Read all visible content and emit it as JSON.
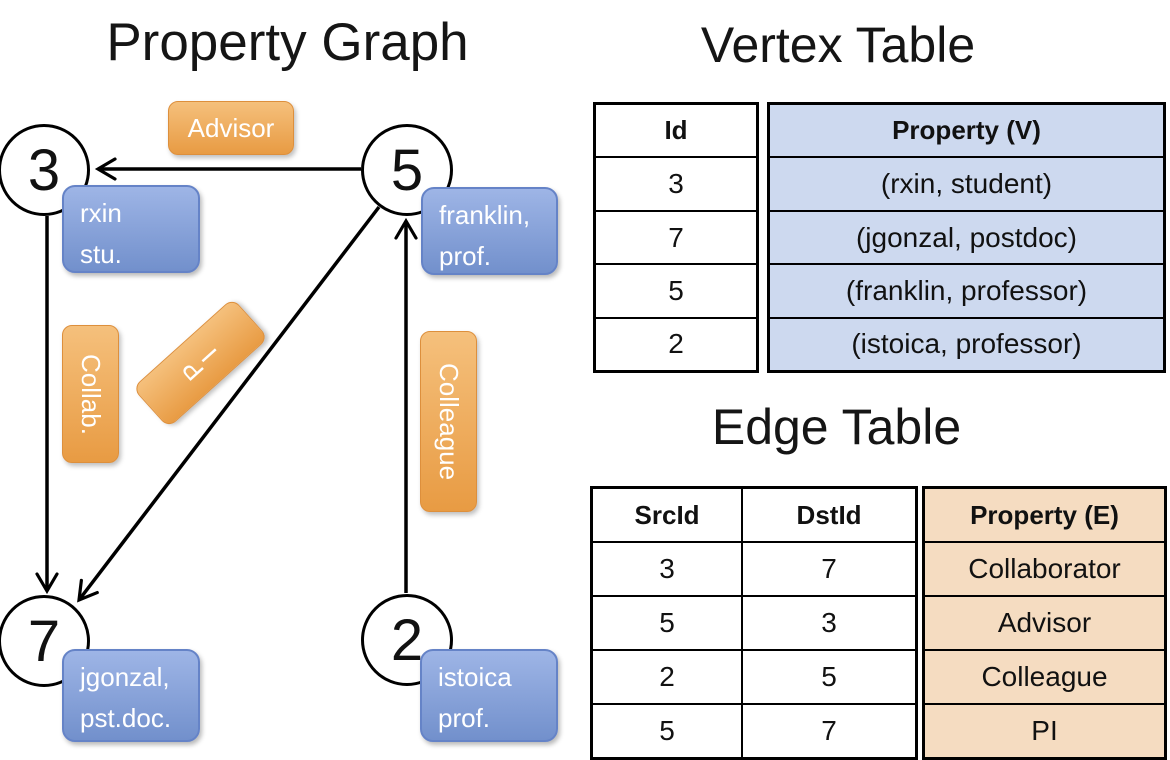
{
  "graph": {
    "title": "Property Graph",
    "nodes": [
      {
        "id": "3",
        "label_lines": [
          "rxin",
          "stu."
        ]
      },
      {
        "id": "5",
        "label_lines": [
          "franklin,",
          "prof."
        ]
      },
      {
        "id": "7",
        "label_lines": [
          "jgonzal,",
          "pst.doc."
        ]
      },
      {
        "id": "2",
        "label_lines": [
          "istoica",
          "prof."
        ]
      }
    ],
    "edge_labels": {
      "advisor": "Advisor",
      "collab": "Collab.",
      "colleague": "Colleague",
      "pi_letters": [
        "P",
        "I"
      ]
    }
  },
  "vertex_table": {
    "title": "Vertex Table",
    "columns": [
      "Id",
      "Property (V)"
    ],
    "rows": [
      [
        "3",
        "(rxin, student)"
      ],
      [
        "7",
        "(jgonzal, postdoc)"
      ],
      [
        "5",
        "(franklin, professor)"
      ],
      [
        "2",
        "(istoica, professor)"
      ]
    ]
  },
  "edge_table": {
    "title": "Edge Table",
    "columns": [
      "SrcId",
      "DstId",
      "Property (E)"
    ],
    "rows": [
      [
        "3",
        "7",
        "Collaborator"
      ],
      [
        "5",
        "3",
        "Advisor"
      ],
      [
        "2",
        "5",
        "Colleague"
      ],
      [
        "5",
        "7",
        "PI"
      ]
    ]
  },
  "colors": {
    "orange_top": "#f5c07c",
    "orange_bottom": "#e89b43",
    "orange_border": "#dd8f3c",
    "blue_top": "#9eb5e6",
    "blue_bottom": "#7290cc",
    "blue_border": "#6583c7",
    "vertex_cell_fill": "#cdd9ef",
    "edge_cell_fill": "#f5dcc1",
    "edge_line": "#000000"
  }
}
